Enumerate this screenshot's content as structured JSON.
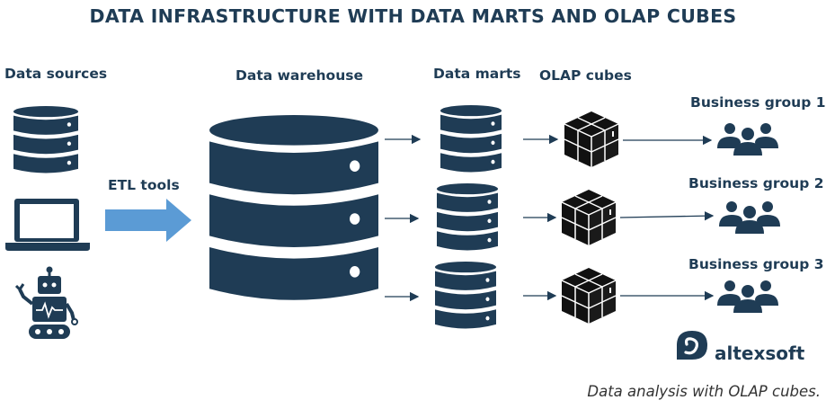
{
  "title": "DATA INFRASTRUCTURE WITH DATA MARTS AND OLAP CUBES",
  "columns": {
    "sources": "Data sources",
    "warehouse": "Data warehouse",
    "marts": "Data marts",
    "cubes": "OLAP  cubes"
  },
  "etl_label": "ETL tools",
  "business_groups": [
    "Business group 1",
    "Business group 2",
    "Business group 3"
  ],
  "icons": {
    "sources": [
      "database-icon",
      "laptop-icon",
      "robot-icon"
    ],
    "warehouse": "database-icon",
    "marts": "database-icon",
    "cubes": "cube-icon",
    "groups": "user-group-icon",
    "logo": "altexsoft-logo-icon"
  },
  "brand": "altexsoft",
  "caption": "Data analysis with OLAP cubes.",
  "colors": {
    "primary": "#1f3c55",
    "arrow": "#5b9bd5"
  }
}
